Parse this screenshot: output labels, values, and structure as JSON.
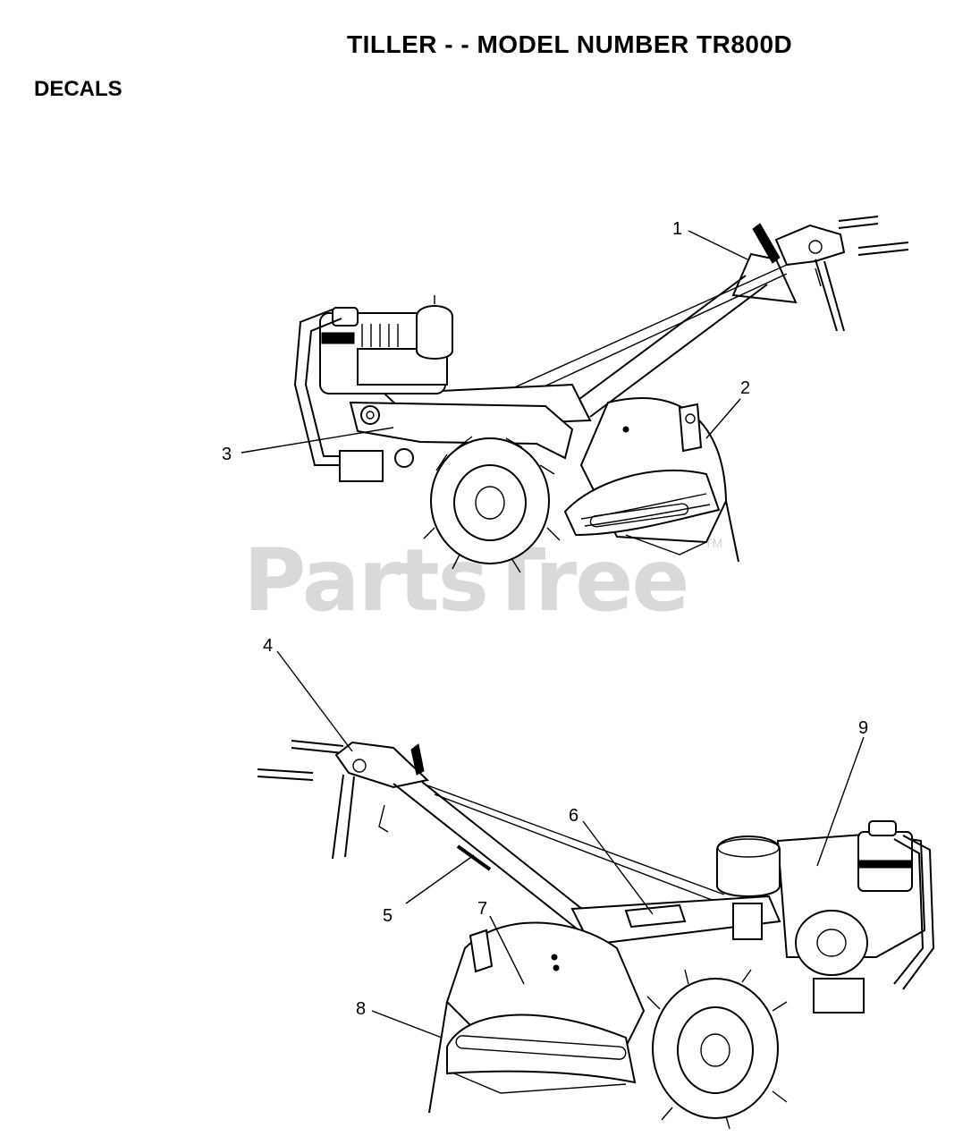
{
  "header": {
    "title": "TILLER - - MODEL NUMBER TR800D",
    "section": "DECALS"
  },
  "watermark": {
    "text": "PartsTree",
    "tm": "TM"
  },
  "callouts": [
    "1",
    "2",
    "3",
    "4",
    "5",
    "6",
    "7",
    "8",
    "9"
  ]
}
